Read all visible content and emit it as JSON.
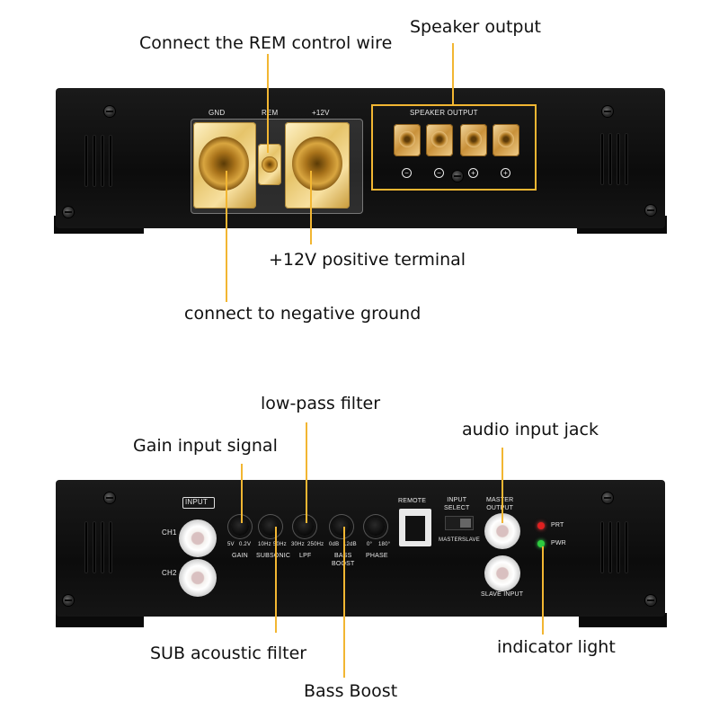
{
  "top_callouts": {
    "rem": "Connect the REM control wire",
    "speaker": "Speaker output",
    "positive": "+12V positive terminal",
    "ground": "connect to negative ground"
  },
  "top_panel": {
    "gnd": "GND",
    "rem": "REM",
    "v12": "+12V",
    "speaker_output": "SPEAKER   OUTPUT",
    "polarity": [
      "−",
      "−",
      "+",
      "+"
    ]
  },
  "bottom_callouts": {
    "lpf": "low-pass filter",
    "gain": "Gain input signal",
    "audio_jack": "audio input jack",
    "sub": "SUB acoustic filter",
    "indicator": "indicator light",
    "bass": "Bass Boost"
  },
  "bottom_panel": {
    "input": "INPUT",
    "ch1": "CH1",
    "ch2": "CH2",
    "remote": "REMOTE",
    "input_select": "INPUT\nSELECT",
    "master_output": "MASTER\nOUTPUT",
    "master": "MASTER",
    "slave": "SLAVE",
    "slave_input": "SLAVE INPUT",
    "prt": "PRT",
    "pwr": "PWR",
    "knobs": [
      {
        "label": "GAIN",
        "min": "5V",
        "max": "0.2V"
      },
      {
        "label": "SUBSONIC",
        "min": "10Hz",
        "max": "50Hz"
      },
      {
        "label": "LPF",
        "min": "30Hz",
        "max": "250Hz"
      },
      {
        "label": "BASS\nBOOST",
        "min": "0dB",
        "max": "12dB"
      },
      {
        "label": "PHASE",
        "min": "0°",
        "max": "180°"
      }
    ]
  },
  "colors": {
    "accent": "#f2b632",
    "chassis": "#111111",
    "led_prt": "#e02020",
    "led_pwr": "#2ecc40"
  }
}
